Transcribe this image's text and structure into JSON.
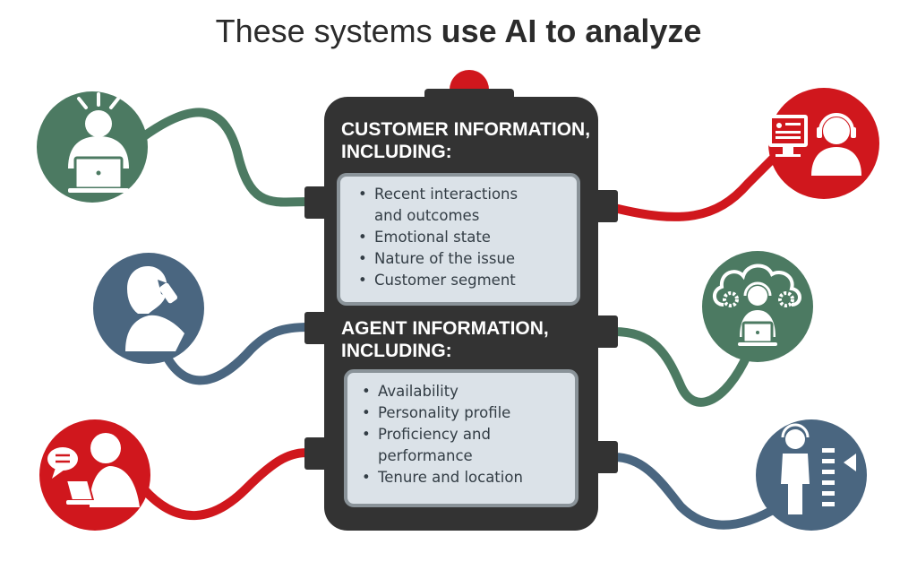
{
  "title": {
    "light": "These systems ",
    "bold": "use AI to analyze"
  },
  "customer_panel": {
    "heading_line1": "CUSTOMER INFORMATION,",
    "heading_line2": "INCLUDING:",
    "items": [
      [
        "Recent interactions",
        "and outcomes"
      ],
      [
        "Emotional state"
      ],
      [
        "Nature of the issue"
      ],
      [
        "Customer segment"
      ]
    ]
  },
  "agent_panel": {
    "heading_line1": "AGENT INFORMATION,",
    "heading_line2": "INCLUDING:",
    "items": [
      [
        "Availability"
      ],
      [
        "Personality profile"
      ],
      [
        "Proficiency and",
        "performance"
      ],
      [
        "Tenure and location"
      ]
    ]
  },
  "icons": {
    "left": [
      "stressed-person-laptop-icon",
      "person-on-phone-icon",
      "person-chat-laptop-icon"
    ],
    "right": [
      "agent-at-monitor-icon",
      "agent-cloud-gears-icon",
      "agent-headset-queue-icon"
    ]
  },
  "colors": {
    "green": "#4c7a62",
    "blue": "#4a6680",
    "red": "#d0171d",
    "device": "#333333",
    "screen": "#dbe2e8",
    "text": "#2b2b2b"
  }
}
